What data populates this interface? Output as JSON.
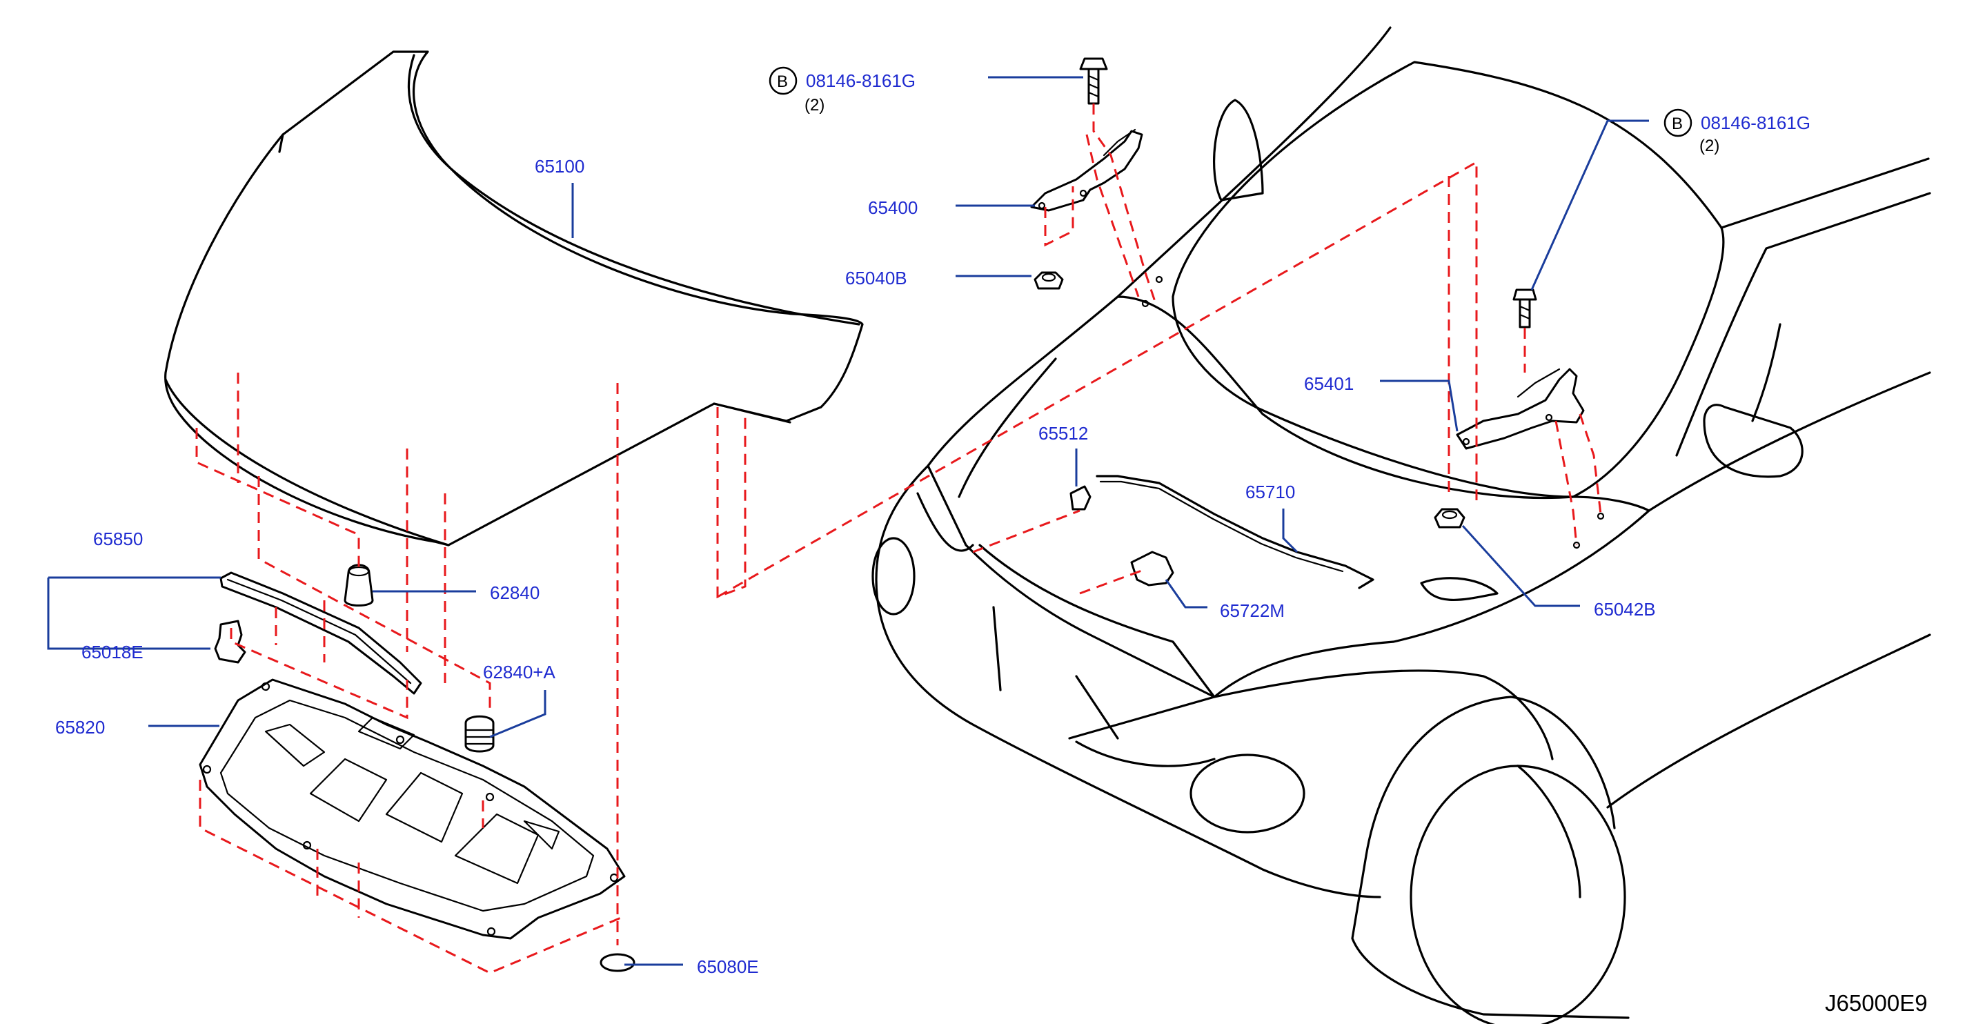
{
  "diagram_code": "J65000E9",
  "labels": {
    "p65100": "65100",
    "p65850": "65850",
    "p65018E": "65018E",
    "p62840": "62840",
    "p62840A": "62840+A",
    "p65820": "65820",
    "p65080E": "65080E",
    "p65400": "65400",
    "p65040B": "65040B",
    "p65401": "65401",
    "p65512": "65512",
    "p65710": "65710",
    "p65722M": "65722M",
    "p65042B": "65042B"
  },
  "bolt_left": {
    "marker": "B",
    "part": "08146-8161G",
    "qty": "(2)"
  },
  "bolt_right": {
    "marker": "B",
    "part": "08146-8161G",
    "qty": "(2)"
  },
  "colors": {
    "callout": "#1f2bd0",
    "leader": "#1a3d9c",
    "dashed_guides": "#e8191c",
    "lines": "#000000"
  }
}
